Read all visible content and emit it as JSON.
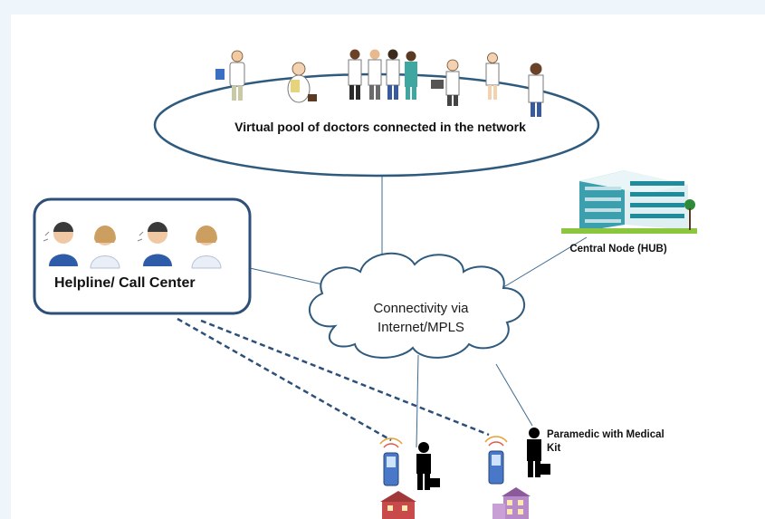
{
  "pool": {
    "label": "Virtual pool of doctors connected in the network"
  },
  "cloud": {
    "label": "Connectivity via Internet/MPLS"
  },
  "hub": {
    "label": "Central Node (HUB)"
  },
  "helpline": {
    "label": "Helpline/ Call Center"
  },
  "paramedic": {
    "label": "Paramedic with Medical Kit"
  },
  "colors": {
    "background": "#eef6fb",
    "panel": "#ffffff",
    "outline": "#2e5a7e",
    "link": "#3c6a91",
    "cloud_fill": "#ffffff",
    "building": "#1e8c9c"
  },
  "icons": [
    "doctor-icon",
    "call-agent-icon",
    "hospital-building-icon",
    "mobile-phone-icon",
    "person-with-kit-icon",
    "house-icon"
  ]
}
